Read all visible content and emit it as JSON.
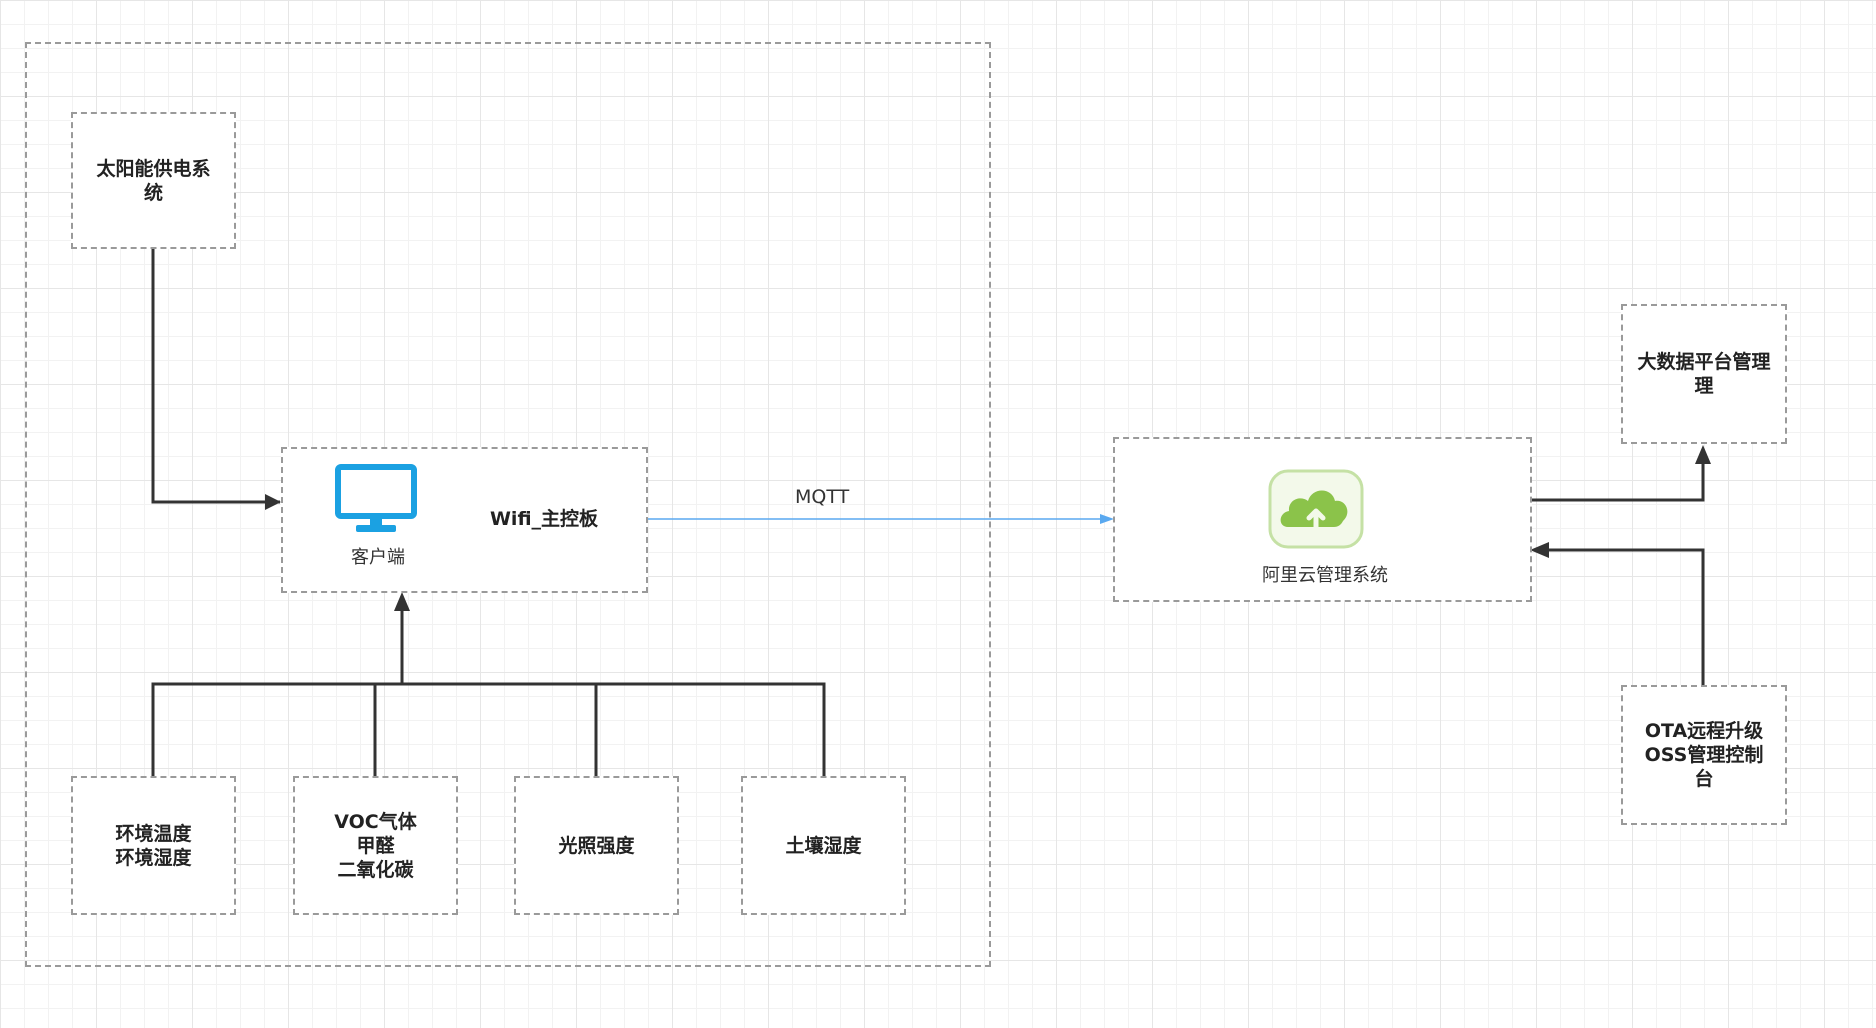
{
  "nodes": {
    "solar": "太阳能供电系\n统",
    "wifi_board": "Wifi_主控板",
    "client_label": "客户端",
    "env_temp": "环境温度\n环境湿度",
    "voc": "VOC气体\n甲醛\n二氧化碳",
    "light": "光照强度",
    "soil": "土壤湿度",
    "aliyun": "阿里云管理系统",
    "bigdata": "大数据平台管理\n理",
    "ota": "OTA远程升级\nOSS管理控制\n台"
  },
  "edges": {
    "mqtt_label": "MQTT"
  },
  "colors": {
    "accent_blue": "#1ba1e2",
    "cloud_green": "#8bc34a",
    "mqtt_line": "#5aa9f0",
    "line": "#333333",
    "border": "#9a9a9a"
  },
  "icons": {
    "client": "monitor-icon",
    "aliyun": "cloud-upload-icon"
  }
}
